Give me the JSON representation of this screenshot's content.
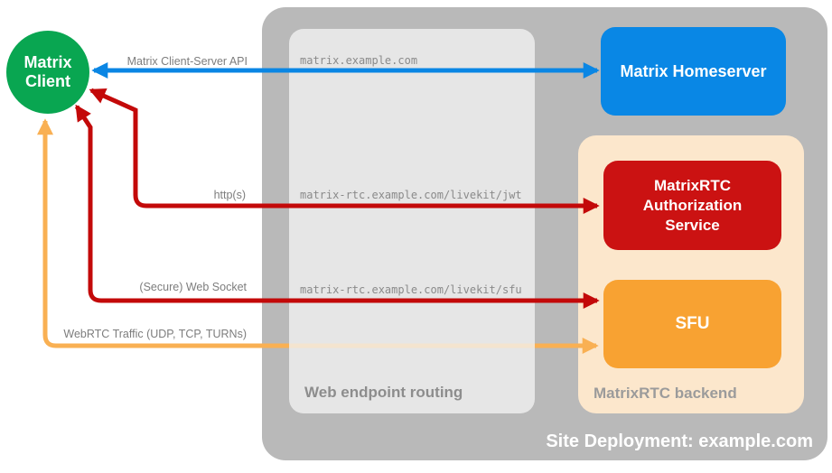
{
  "diagram": {
    "client": {
      "lines": [
        "Matrix",
        "Client"
      ]
    },
    "homeserver": {
      "label": "Matrix Homeserver"
    },
    "deployment": {
      "title": "Site Deployment: example.com"
    },
    "routing": {
      "title": "Web endpoint routing",
      "endpoints": {
        "homeserver": "matrix.example.com",
        "jwt": "matrix-rtc.example.com/livekit/jwt",
        "sfu": "matrix-rtc.example.com/livekit/sfu"
      }
    },
    "backend": {
      "title": "MatrixRTC backend",
      "auth_service": {
        "label": "MatrixRTC Authorization Service"
      },
      "sfu": {
        "label": "SFU"
      }
    },
    "connections": {
      "client_server_api": {
        "label": "Matrix Client-Server API",
        "color": "#0a86e4"
      },
      "https": {
        "label": "http(s)",
        "color": "#c30909"
      },
      "websocket": {
        "label": "(Secure) Web Socket",
        "color": "#c30909"
      },
      "webrtc": {
        "label": "WebRTC Traffic (UDP, TCP, TURNs)",
        "color": "#f9b053"
      }
    },
    "colors": {
      "client": "#09a651",
      "homeserver": "#0987e5",
      "auth_service": "#cb1212",
      "sfu": "#f8a232",
      "backend_bg": "#fce7cc",
      "deployment_bg": "#b9b9b9",
      "routing_bg": "#e5e5e5"
    }
  }
}
